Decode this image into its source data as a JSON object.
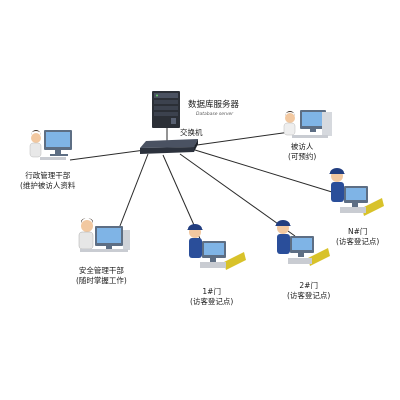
{
  "server": {
    "title": "数据库服务器",
    "subtitle": "Database server"
  },
  "switch": {
    "label": "交换机"
  },
  "nodes": {
    "admin": {
      "line1": "行政管理干部",
      "line2": "(维护被访人资料"
    },
    "visitee": {
      "line1": "被访人",
      "line2": "(可预约)"
    },
    "security": {
      "line1": "安全管理干部",
      "line2": "(随时掌握工作)"
    },
    "door1": {
      "line1": "1#门",
      "line2": "(访客登记点)"
    },
    "door2": {
      "line1": "2#门",
      "line2": "(访客登记点)"
    },
    "doorN": {
      "line1": "N#门",
      "line2": "(访客登记点)"
    }
  },
  "colors": {
    "line": "#2a2a2a",
    "monitor_frame": "#5d6e84",
    "screen": "#7fb4e6",
    "uniform": "#2a4e9a",
    "skin": "#f2c8a0",
    "gate": "#d8c22a"
  }
}
